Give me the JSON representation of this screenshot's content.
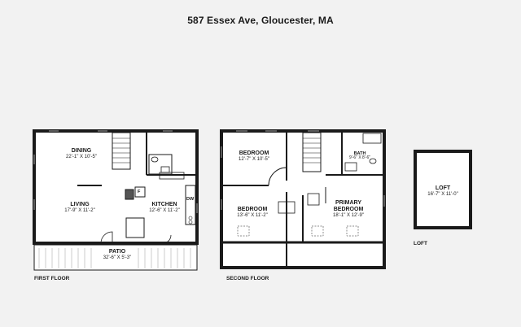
{
  "title": "587 Essex Ave, Gloucester, MA",
  "floors": {
    "first": "FIRST FLOOR",
    "second": "SECOND FLOOR",
    "loft": "LOFT"
  },
  "rooms": {
    "dining": {
      "name": "DINING",
      "dim": "22'-1\" X 10'-5\""
    },
    "living": {
      "name": "LIVING",
      "dim": "17'-9\" X 11'-2\""
    },
    "kitchen": {
      "name": "KITCHEN",
      "dim": "12'-6\" X 11'-2\""
    },
    "patio": {
      "name": "PATIO",
      "dim": "32'-6\" X 5'-3\""
    },
    "bedroom1": {
      "name": "BEDROOM",
      "dim": "12'-7\" X 10'-5\""
    },
    "bedroom2": {
      "name": "BEDROOM",
      "dim": "13'-6\" X 11'-2\""
    },
    "bath": {
      "name": "BATH",
      "dim": "9'-6\" X 8'-6\""
    },
    "primary": {
      "name": "PRIMARY BEDROOM",
      "dim": "18'-1\" X 12'-9\""
    },
    "loft": {
      "name": "LOFT",
      "dim": "16'-7\" X 11'-0\""
    }
  },
  "fixtures": {
    "dw": "DW",
    "fridge": "F"
  }
}
